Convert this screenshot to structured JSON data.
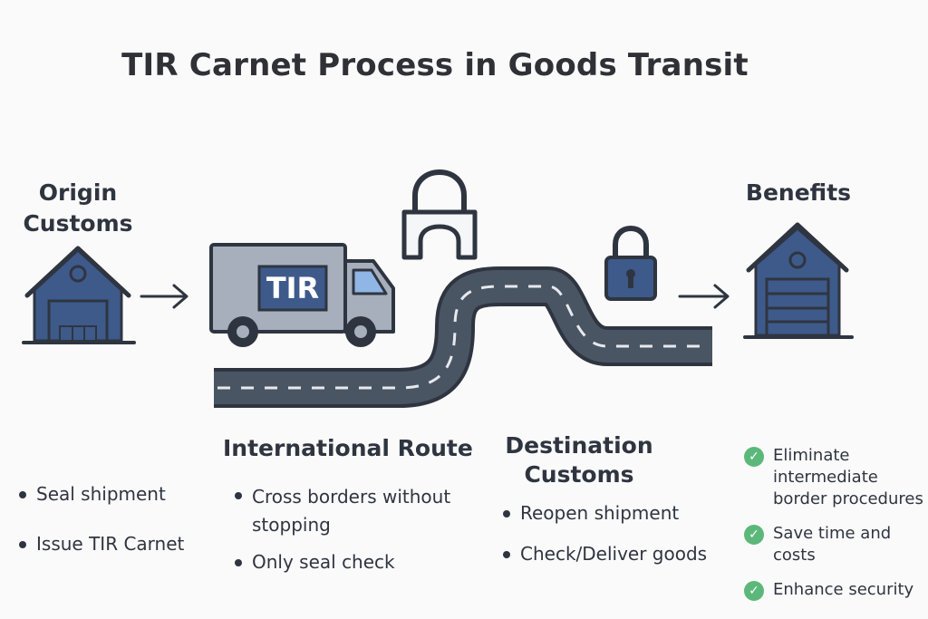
{
  "title": "TIR Carnet Process in Goods Transit",
  "origin": {
    "heading_line1": "Origin",
    "heading_line2": "Customs",
    "items": [
      "Seal shipment",
      "Issue TIR Carnet"
    ]
  },
  "truck": {
    "badge": "TIR"
  },
  "route": {
    "heading": "International Route",
    "items": [
      "Cross borders without stopping",
      "Only seal check"
    ]
  },
  "destination": {
    "heading_line1": "Destination",
    "heading_line2": "Customs",
    "items": [
      "Reopen shipment",
      "Check/Deliver goods"
    ]
  },
  "benefits": {
    "heading": "Benefits",
    "items": [
      "Eliminate intermediate border procedures",
      "Save time and costs",
      "Enhance security"
    ]
  },
  "icons": [
    "warehouse-icon",
    "arrow-right-icon",
    "truck-icon",
    "padlock-open-icon",
    "padlock-icon",
    "road-icon",
    "checkmark-icon"
  ],
  "colors": {
    "navy": "#3d5a8a",
    "slate": "#2f3540",
    "road": "#4a5563",
    "truck_body": "#a7afbc",
    "check_green": "#5cb87a"
  }
}
